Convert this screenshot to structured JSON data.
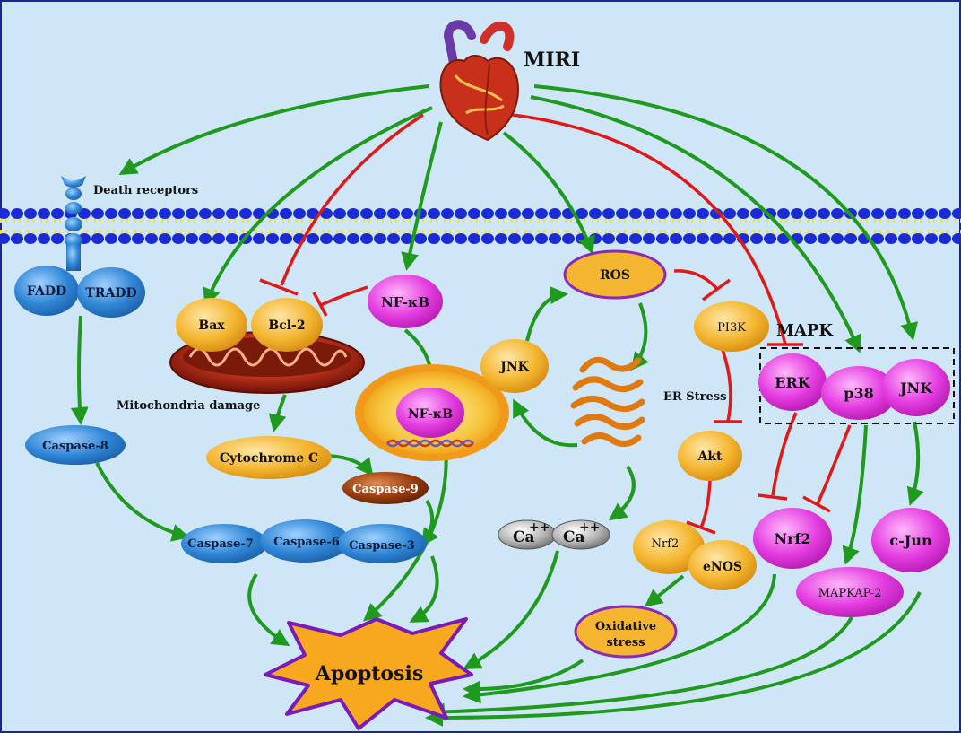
{
  "colors": {
    "background": "#cfe6f7",
    "activation_arrow": "#1f9a1f",
    "inhibition_line": "#e01818",
    "orange_node": "#f4b630",
    "magenta_node": "#e43ce0",
    "blue_node": "#2f86d6",
    "membrane_head": "#1a2bd6",
    "membrane_tail": "#f2e23a"
  },
  "labels": {
    "miri": "MIRI",
    "death_receptors": "Death receptors",
    "fadd": "FADD",
    "tradd": "TRADD",
    "caspase8": "Caspase-8",
    "caspase7": "Caspase-7",
    "caspase6": "Caspase-6",
    "caspase3": "Caspase-3",
    "bax": "Bax",
    "bcl2": "Bcl-2",
    "mito_damage": "Mitochondria damage",
    "cytochrome_c": "Cytochrome C",
    "caspase9": "Caspase-9",
    "nfkb_cyto": "NF-κB",
    "nfkb_nuc": "NF-κB",
    "ros": "ROS",
    "jnk_left": "JNK",
    "er_stress": "ER Stress",
    "calcium": "Ca",
    "calcium_sup": "++",
    "pi3k": "PI3K",
    "akt": "Akt",
    "nrf2_small": "Nrf2",
    "enos": "eNOS",
    "oxidative_1": "Oxidative",
    "oxidative_2": "stress",
    "mapk": "MAPK",
    "erk": "ERK",
    "p38": "p38",
    "jnk_right": "JNK",
    "nrf2_big": "Nrf2",
    "cjun": "c-Jun",
    "mapkap2": "MAPKAP-2",
    "apoptosis": "Apoptosis"
  }
}
